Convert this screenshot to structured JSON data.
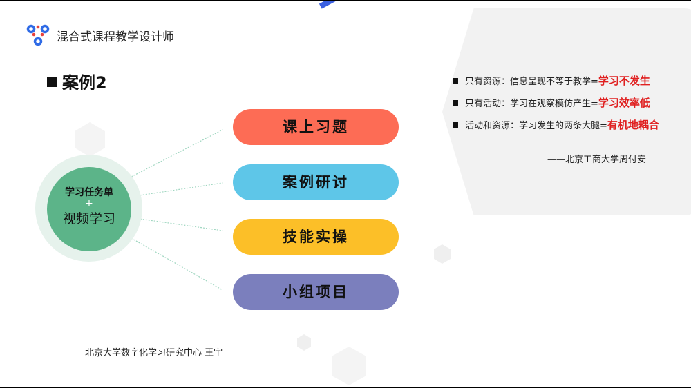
{
  "header": {
    "app_title": "混合式课程教学设计师",
    "case_title": "案例2"
  },
  "center": {
    "line1": "学习任务单",
    "plus": "+",
    "line2": "视频学习"
  },
  "pills": [
    {
      "label": "课上习题",
      "color": "#fd6c55"
    },
    {
      "label": "案例研讨",
      "color": "#5ec6e8"
    },
    {
      "label": "技能实操",
      "color": "#fcbf28"
    },
    {
      "label": "小组项目",
      "color": "#7b7fbd"
    }
  ],
  "quotes": [
    {
      "text": "只有资源：信息呈现不等于教学=",
      "highlight": "学习不发生"
    },
    {
      "text": "只有活动：学习在观察模仿产生=",
      "highlight": "学习效率低"
    },
    {
      "text": "活动和资源：学习发生的两条大腿=",
      "highlight": "有机地耦合"
    }
  ],
  "cite_right": "——北京工商大学周付安",
  "cite_left": "——北京大学数字化学习研究中心 王宇"
}
